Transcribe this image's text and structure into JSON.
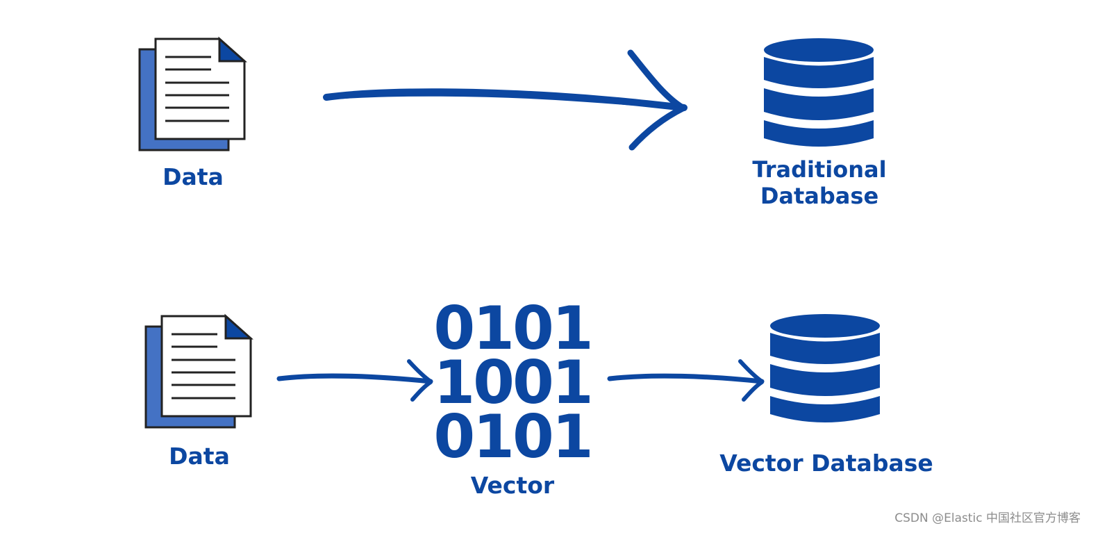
{
  "row1": {
    "source_label": "Data",
    "target_label_line1": "Traditional",
    "target_label_line2": "Database"
  },
  "row2": {
    "source_label": "Data",
    "vector_label": "Vector",
    "vector_bits": [
      "0101",
      "1001",
      "0101"
    ],
    "target_label": "Vector Database"
  },
  "watermark": "CSDN @Elastic 中国社区官方博客",
  "colors": {
    "primary_blue": "#0c47a1",
    "doc_back_blue": "#4472c4",
    "outline": "#222222",
    "watermark_gray": "#8c8c8c"
  },
  "icons": [
    "document-icon",
    "database-icon",
    "arrow-icon"
  ]
}
